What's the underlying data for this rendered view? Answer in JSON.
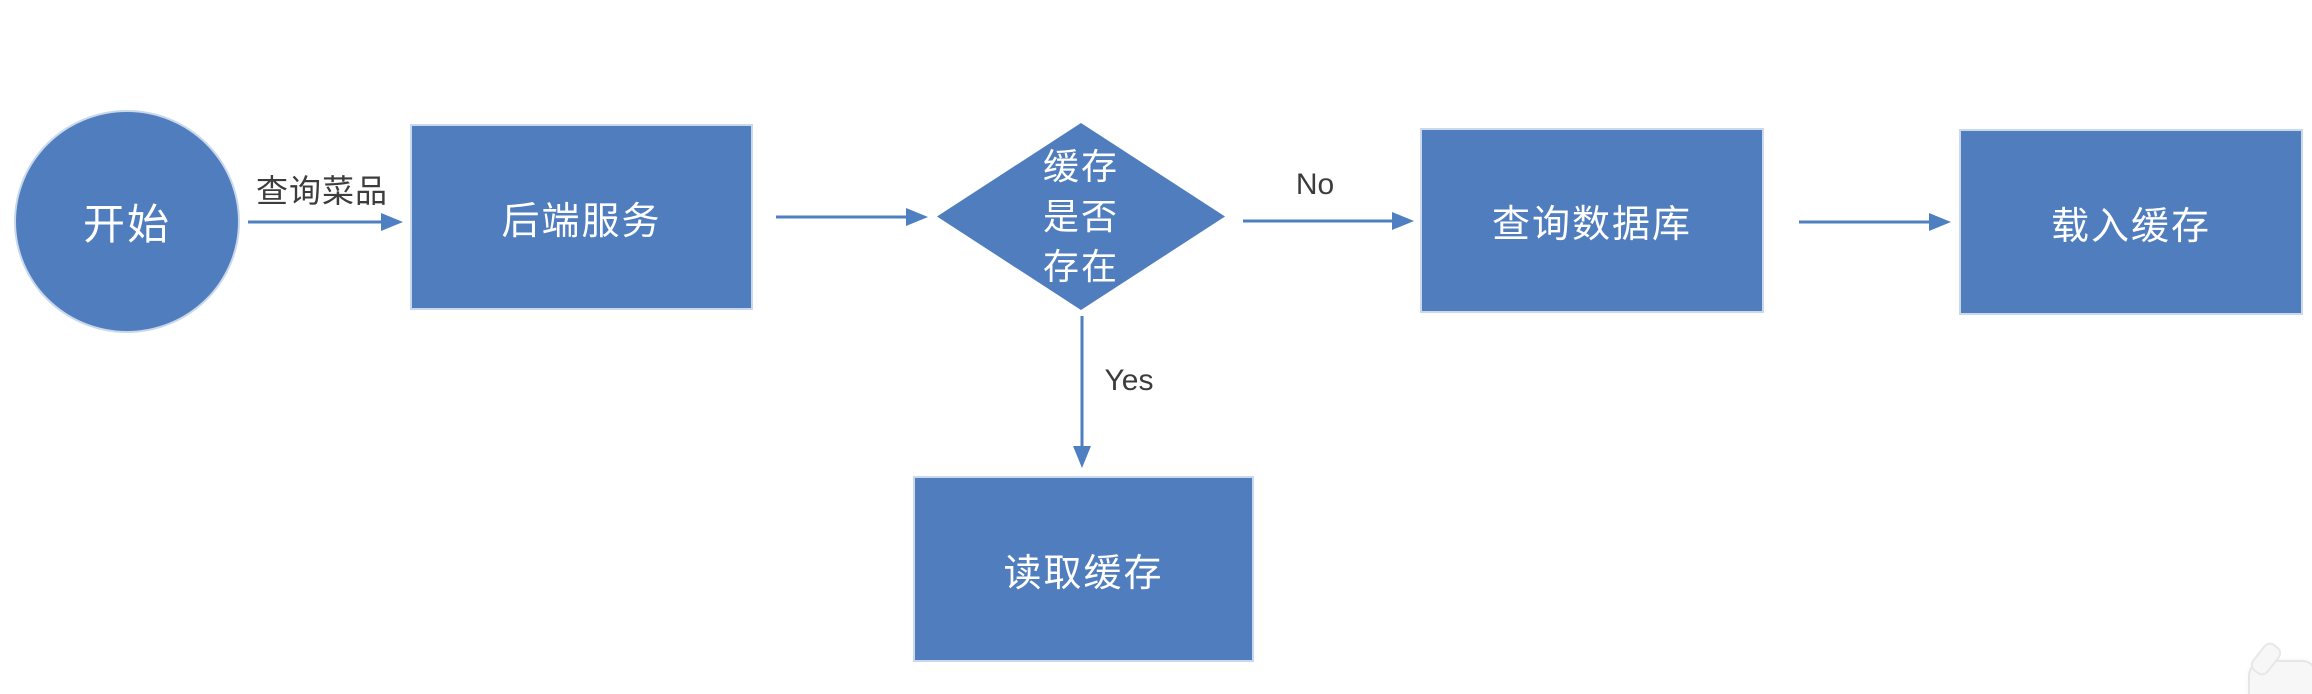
{
  "canvas": {
    "background": "#ffffff",
    "shape_fill": "#4f7dbe",
    "shape_halo": "#c9d8ea",
    "shape_text_color": "#ffffff",
    "arrow_color": "#4e7fc1",
    "edge_label_color": "#3c3c3c"
  },
  "nodes": {
    "start": {
      "type": "circle",
      "label": "开始"
    },
    "backend": {
      "type": "rect",
      "label": "后端服务"
    },
    "cache_check": {
      "type": "diamond",
      "lines": [
        "缓存",
        "是否",
        "存在"
      ]
    },
    "query_db": {
      "type": "rect",
      "label": "查询数据库"
    },
    "load_cache": {
      "type": "rect",
      "label": "载入缓存"
    },
    "read_cache": {
      "type": "rect",
      "label": "读取缓存"
    }
  },
  "edges": {
    "start_to_backend": {
      "from": "start",
      "to": "backend",
      "label": "查询菜品"
    },
    "backend_to_cache_check": {
      "from": "backend",
      "to": "cache_check",
      "label": ""
    },
    "cache_check_to_query_db": {
      "from": "cache_check",
      "to": "query_db",
      "label": "No"
    },
    "query_db_to_load_cache": {
      "from": "query_db",
      "to": "load_cache",
      "label": ""
    },
    "cache_check_to_read_cache": {
      "from": "cache_check",
      "to": "read_cache",
      "label": "Yes"
    }
  }
}
